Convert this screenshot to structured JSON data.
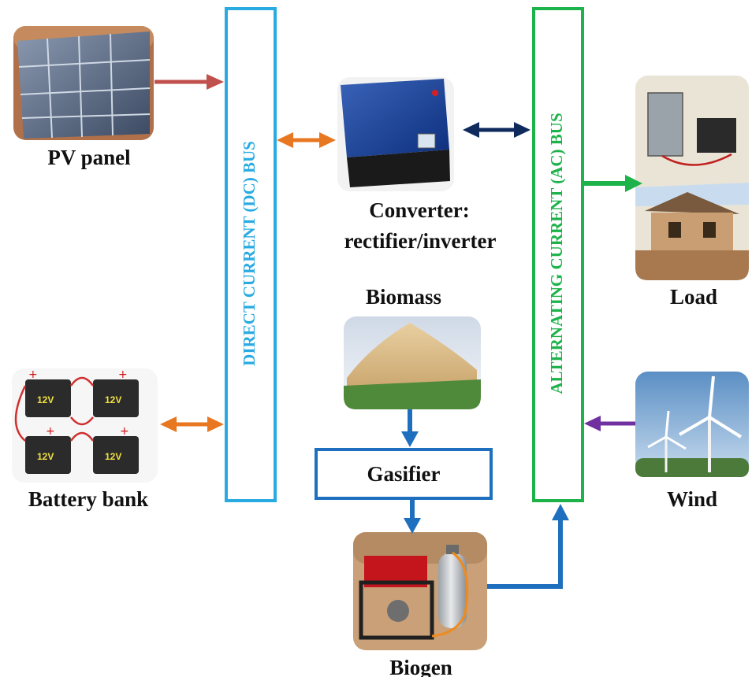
{
  "labels": {
    "pv_panel": "PV panel",
    "battery_bank": "Battery bank",
    "converter_line1": "Converter:",
    "converter_line2": "rectifier/inverter",
    "biomass": "Biomass",
    "gasifier": "Gasifier",
    "biogen": "Biogen",
    "load": "Load",
    "wind": "Wind"
  },
  "buses": {
    "dc": "DIRECT CURRENT (DC) BUS",
    "ac": "ALTERNATING CURRENT (AC) BUS"
  },
  "battery_text": "12V",
  "colors": {
    "dc_bus": "#29abe2",
    "ac_bus": "#1db34a",
    "pv_arrow": "#c0504d",
    "dc_link_arrow": "#e87722",
    "ac_link_arrow": "#0f2a5c",
    "load_arrow": "#1db34a",
    "wind_arrow": "#7030a0",
    "biogen_flow": "#1f6fbf"
  }
}
